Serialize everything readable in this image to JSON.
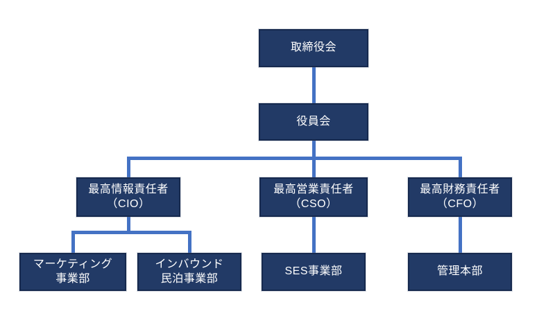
{
  "diagram": {
    "type": "org-chart",
    "nodes": {
      "board": {
        "label": "取締役会"
      },
      "executive": {
        "label": "役員会"
      },
      "cio": {
        "label": "最高情報責任者\n（CIO）"
      },
      "cso": {
        "label": "最高営業責任者\n（CSO）"
      },
      "cfo": {
        "label": "最高財務責任者\n（CFO）"
      },
      "marketing": {
        "label": "マーケティング\n事業部"
      },
      "inbound": {
        "label": "インバウンド\n民泊事業部"
      },
      "ses": {
        "label": "SES事業部"
      },
      "admin": {
        "label": "管理本部"
      }
    },
    "hierarchy": [
      {
        "parent": "board",
        "children": [
          "executive"
        ]
      },
      {
        "parent": "executive",
        "children": [
          "cio",
          "cso",
          "cfo"
        ]
      },
      {
        "parent": "cio",
        "children": [
          "marketing",
          "inbound"
        ]
      },
      {
        "parent": "cso",
        "children": [
          "ses"
        ]
      },
      {
        "parent": "cfo",
        "children": [
          "admin"
        ]
      }
    ],
    "colors": {
      "node_fill": "#223A66",
      "node_border": "#16294E",
      "node_text": "#FFFFFF",
      "connector": "#4472C4",
      "background": "#FFFFFF"
    }
  }
}
